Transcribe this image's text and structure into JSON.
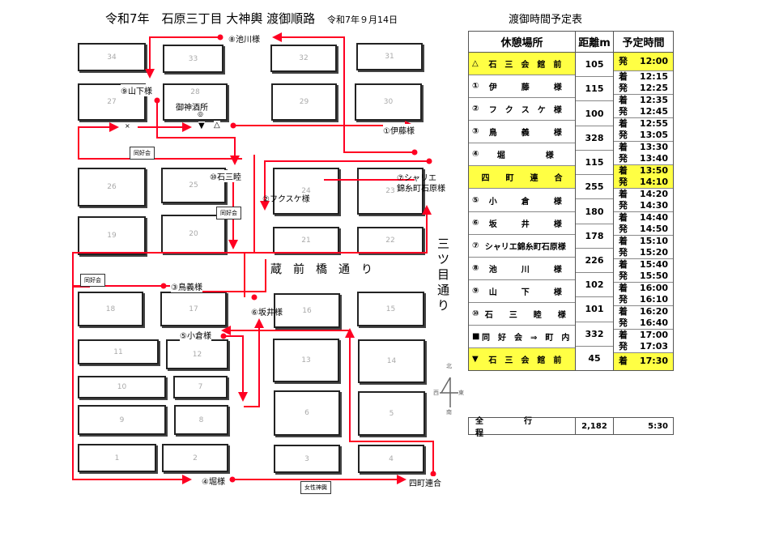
{
  "header": {
    "title": "令和7年　石原三丁目 大神輿 渡御順路",
    "date": "令和7年９月14日",
    "table_title": "渡御時間予定表"
  },
  "blocks": [
    "34",
    "33",
    "32",
    "31",
    "27",
    "28",
    "29",
    "30",
    "26",
    "25",
    "24",
    "23",
    "19",
    "20",
    "21",
    "22",
    "18",
    "17",
    "16",
    "15",
    "11",
    "12",
    "13",
    "14",
    "10",
    "7",
    "6",
    "5",
    "9",
    "8",
    "1",
    "2",
    "3",
    "4"
  ],
  "map": {
    "ikegawa": "⑧池川様",
    "yamashita": "⑨山下様",
    "shrine": "御神酒所",
    "shrine_mark": "◎",
    "x_mark": "×",
    "end_mark": "▼",
    "start_mark": "△",
    "ito": "①伊藤様",
    "sharie1": "⑦シャリエ",
    "sharie2": "錦糸町石原様",
    "ishimitsu": "⑩石三睦",
    "fukusuke": "②フクスケ様",
    "torigi": "③鳥義様",
    "sakai": "⑥坂井様",
    "ogura": "⑤小倉様",
    "hori": "④堀様",
    "yonmachi": "四町連合",
    "street1": "蔵　前　橋　通　り",
    "street2": "三ツ目通り",
    "tag_dokokai": "同好会",
    "tag_josei": "女性神輿",
    "compass": {
      "n": "北",
      "s": "南",
      "e": "東",
      "w": "西"
    }
  },
  "table": {
    "headers": [
      "休憩場所",
      "距離m",
      "予定時間"
    ],
    "rows": [
      {
        "mark": "△",
        "name": "石　三　会　館　前",
        "times": [
          [
            "発",
            "12:00"
          ]
        ],
        "hl": true
      },
      {
        "mark": "①",
        "name": "伊　　　藤　　　様",
        "times": [
          [
            "着",
            "12:15"
          ],
          [
            "発",
            "12:25"
          ]
        ]
      },
      {
        "mark": "②",
        "name": "フ　ク　ス　ケ　様",
        "times": [
          [
            "着",
            "12:35"
          ],
          [
            "発",
            "12:45"
          ]
        ]
      },
      {
        "mark": "③",
        "name": "鳥　　　義　　　様",
        "times": [
          [
            "着",
            "12:55"
          ],
          [
            "発",
            "13:05"
          ]
        ]
      },
      {
        "mark": "④",
        "name": "堀　　　　　様",
        "times": [
          [
            "着",
            "13:30"
          ],
          [
            "発",
            "13:40"
          ]
        ]
      },
      {
        "mark": "",
        "name": "四　　町　　連　　合",
        "times": [
          [
            "着",
            "13:50"
          ],
          [
            "発",
            "14:10"
          ]
        ],
        "hl": true
      },
      {
        "mark": "⑤",
        "name": "小　　　倉　　　様",
        "times": [
          [
            "着",
            "14:20"
          ],
          [
            "発",
            "14:30"
          ]
        ]
      },
      {
        "mark": "⑥",
        "name": "坂　　　井　　　様",
        "times": [
          [
            "着",
            "14:40"
          ],
          [
            "発",
            "14:50"
          ]
        ]
      },
      {
        "mark": "⑦",
        "name": "シャリエ錦糸町石原様",
        "times": [
          [
            "着",
            "15:10"
          ],
          [
            "発",
            "15:20"
          ]
        ]
      },
      {
        "mark": "⑧",
        "name": "池　　　川　　　様",
        "times": [
          [
            "着",
            "15:40"
          ],
          [
            "発",
            "15:50"
          ]
        ]
      },
      {
        "mark": "⑨",
        "name": "山　　　下　　　様",
        "times": [
          [
            "着",
            "16:00"
          ],
          [
            "発",
            "16:10"
          ]
        ]
      },
      {
        "mark": "⑩",
        "name": "石　　三　　睦　　様",
        "times": [
          [
            "着",
            "16:20"
          ],
          [
            "発",
            "16:40"
          ]
        ]
      },
      {
        "mark": "■",
        "name": "同　好　会　⇒　町　内",
        "times": [
          [
            "着",
            "17:00"
          ],
          [
            "発",
            "17:03"
          ]
        ]
      },
      {
        "mark": "▼",
        "name": "石　三　会　館　前",
        "times": [
          [
            "着",
            "17:30"
          ]
        ],
        "hl": true
      }
    ],
    "distances": [
      "105",
      "115",
      "100",
      "328",
      "115",
      "255",
      "180",
      "178",
      "226",
      "102",
      "101",
      "332",
      "45"
    ],
    "total": {
      "label": "全　　　　　行　　　　　程",
      "distance": "2,182",
      "time": "5:30"
    }
  },
  "colors": {
    "route": "#ff0022",
    "highlight": "#ffff44"
  }
}
